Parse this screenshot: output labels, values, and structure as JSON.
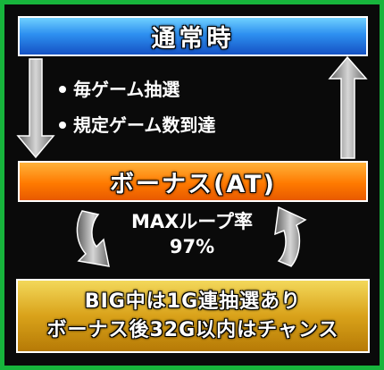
{
  "diagram": {
    "top_state": "通常時",
    "conditions": [
      "毎ゲーム抽選",
      "規定ゲーム数到達"
    ],
    "bonus_state": "ボーナス(AT)",
    "loop_label": "MAXループ率",
    "loop_rate": "97%",
    "bottom_lines": [
      "BIG中は1G連抽選あり",
      "ボーナス後32G以内はチャンス"
    ]
  },
  "colors": {
    "frame": "#17b53c",
    "top_box": "#1f6fe0",
    "bonus_box": "#ff7a00",
    "bottom_box": "#d9a21a",
    "arrow": "#8a8a8a"
  }
}
